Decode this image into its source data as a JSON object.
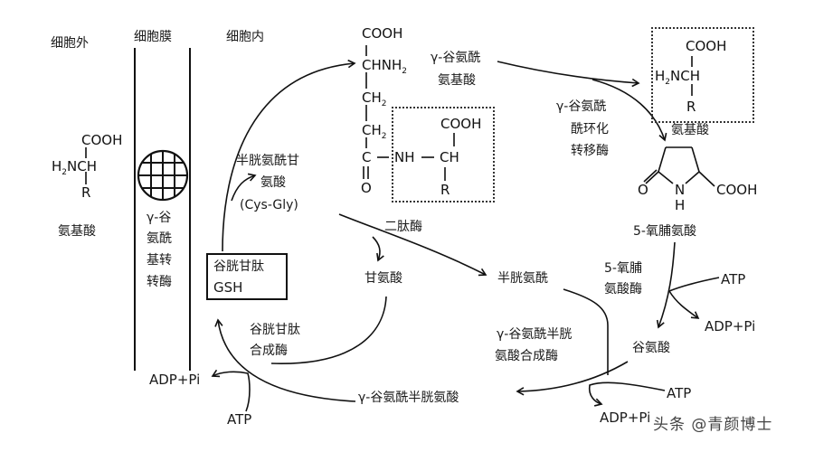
{
  "regions": {
    "extracellular": "细胞外",
    "membrane": "细胞膜",
    "intracellular": "细胞内"
  },
  "left_amino_acid": {
    "cooh": "COOH",
    "h2n": "H",
    "n2": "2",
    "nch": "NCH",
    "r": "R",
    "label": "氨基酸"
  },
  "transporter": {
    "enzyme_lines": [
      "γ-谷",
      "氨酰",
      "基转",
      "转酶"
    ]
  },
  "gsh_box": {
    "line1": "谷胱甘肽",
    "line2": "GSH"
  },
  "gamma_glutamyl_aa": {
    "cooh": "COOH",
    "chnh": "CHNH",
    "ch2": "CH",
    "sub2": "2",
    "c": "C",
    "o": "O",
    "nh": "NH",
    "ch": "CH",
    "aa_cooh": "COOH",
    "r": "R",
    "label_line1": "γ-谷氨酰",
    "label_line2": "氨基酸"
  },
  "cysgly": {
    "line1": "半胱氨酰甘",
    "line2": "氨酸",
    "line3": "(Cys-Gly)"
  },
  "dipeptidase": "二肽酶",
  "glycine": "甘氨酸",
  "cysteine": "半胱氨酰",
  "gsh_synthetase": {
    "line1": "谷胱甘肽",
    "line2": "合成酶"
  },
  "cyclotransferase": {
    "line1": "γ-谷氨酰",
    "line2": "酰环化",
    "line3": "转移酶"
  },
  "right_amino_acid": {
    "cooh": "COOH",
    "h2n": "H",
    "n2": "2",
    "nch": "NCH",
    "r": "R",
    "label": "氨基酸"
  },
  "oxoproline": {
    "o": "O",
    "n": "N",
    "h": "H",
    "cooh": "COOH",
    "label": "5-氧脯氨酸"
  },
  "oxoprolinase": {
    "line1": "5-氧脯",
    "line2": "氨酸酶"
  },
  "glutamate": "谷氨酸",
  "gcs": {
    "line1": "γ-谷氨酰半胱",
    "line2": "氨酸合成酶"
  },
  "gamma_glu_cys": "γ-谷氨酰半胱氨酸",
  "energy": {
    "atp1": "ATP",
    "adp1": "ADP+Pi",
    "atp2": "ATP",
    "adp2": "ADP+Pi",
    "atp3": "ATP",
    "adp3": "ADP+Pi"
  },
  "watermark": "头条 @青颜博士"
}
